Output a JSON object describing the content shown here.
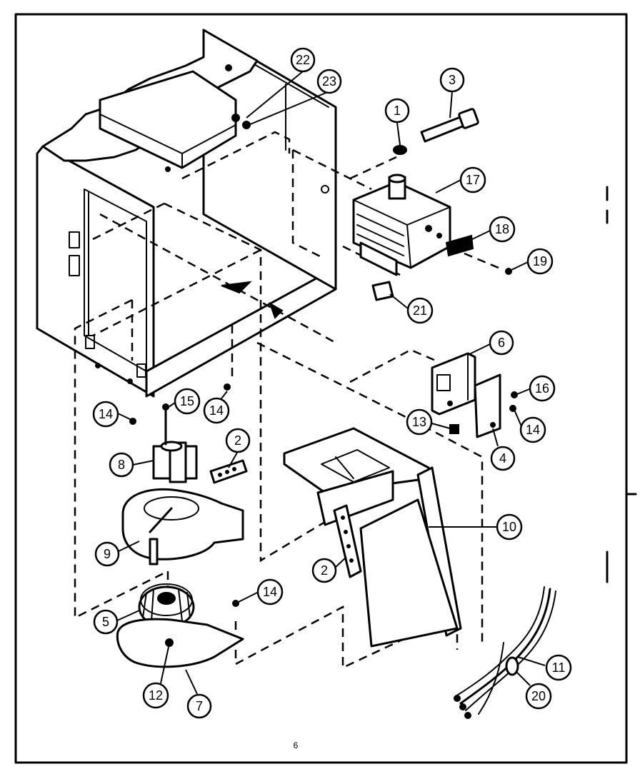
{
  "diagram": {
    "callouts": {
      "p1": "1",
      "p2a": "2",
      "p2b": "2",
      "p3": "3",
      "p4": "4",
      "p5": "5",
      "p6": "6",
      "p7": "7",
      "p8": "8",
      "p9": "9",
      "p10": "10",
      "p11": "11",
      "p12": "12",
      "p13": "13",
      "p14a": "14",
      "p14b": "14",
      "p14c": "14",
      "p14d": "14",
      "p15": "15",
      "p16": "16",
      "p17": "17",
      "p18": "18",
      "p19": "19",
      "p20": "20",
      "p21": "21",
      "p22": "22",
      "p23": "23"
    },
    "page_number": "6"
  }
}
